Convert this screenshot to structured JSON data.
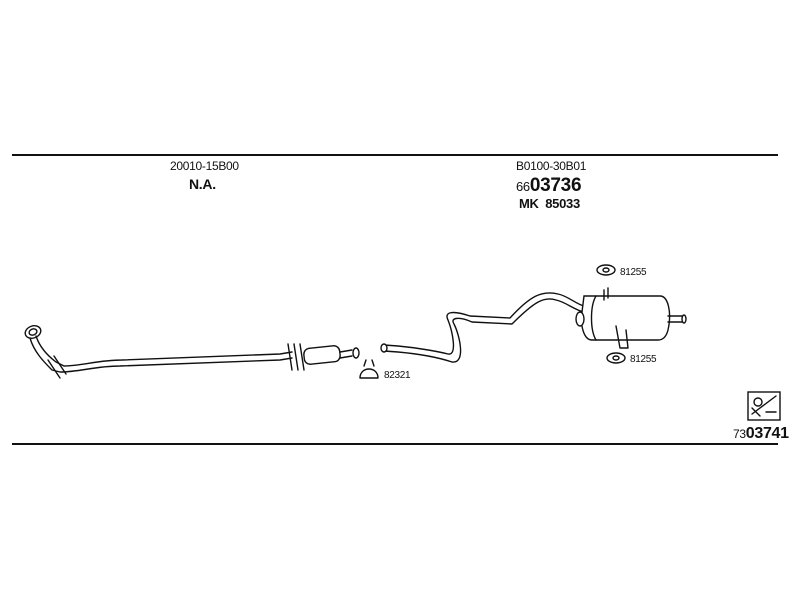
{
  "front_section": {
    "part_number": "20010-15B00",
    "availability": "N.A."
  },
  "rear_section": {
    "part_number": "B0100-30B01",
    "code_prefix": "66",
    "code_main": "03736",
    "mk_label": "MK",
    "mk_number": "85033"
  },
  "callouts": {
    "gasket_top": "81255",
    "gasket_bottom": "81255",
    "clamp": "82321"
  },
  "kit": {
    "code_prefix": "73",
    "code_main": "03741",
    "icon": "kit-box-icon"
  }
}
